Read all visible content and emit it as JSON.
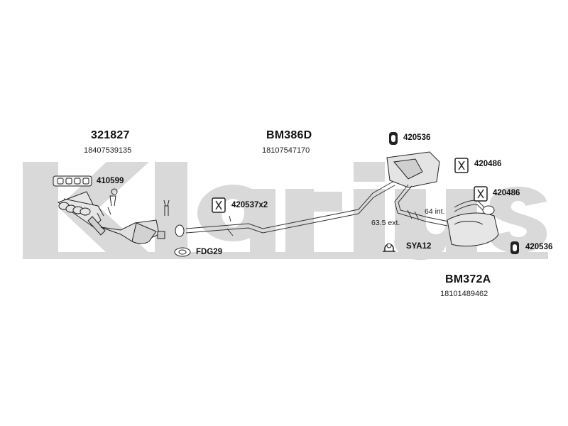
{
  "watermark": {
    "text": "Klarius",
    "color": "#d6d6d6"
  },
  "groups": [
    {
      "part": "321827",
      "oe": "18407539135"
    },
    {
      "part": "BM386D",
      "oe": "18107547170"
    },
    {
      "part": "BM372A",
      "oe": "18101489462"
    }
  ],
  "fittings": {
    "f1": "410599",
    "f2": "420537x2",
    "f3": "FDG29",
    "f4": "420536",
    "f5": "420486",
    "f6": "420486",
    "f7": "SYA12",
    "f8": "420536"
  },
  "pipe_notes": {
    "ext": "63.5 ext.",
    "int": "64 int."
  },
  "icons": [
    "gasket-icon",
    "rubber-hanger-icon",
    "flange-gasket-icon",
    "bracket-icon",
    "mounting-clamp-icon"
  ]
}
